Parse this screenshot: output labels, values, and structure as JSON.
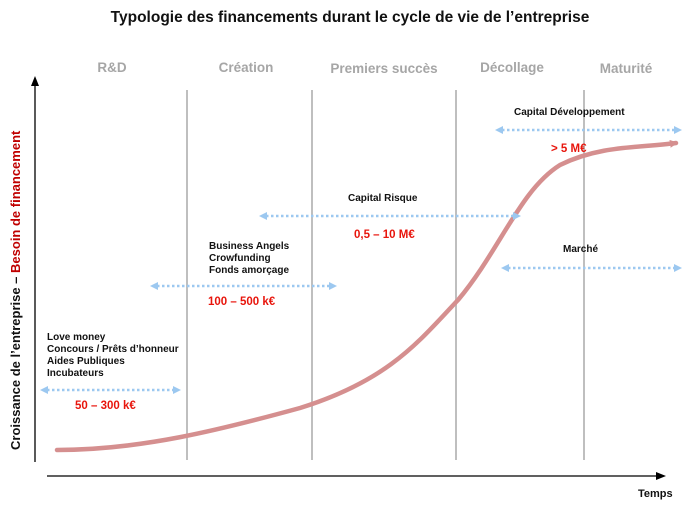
{
  "title": "Typologie des financements durant le cycle de vie de l’entreprise",
  "phases": [
    "R&D",
    "Création",
    "Premiers succès",
    "Décollage",
    "Maturité"
  ],
  "y_axis": {
    "part1": "Croissance de l’entreprise – ",
    "part2": "Besoin de financement"
  },
  "x_axis": {
    "label": "Temps"
  },
  "stages": [
    {
      "lines": [
        "Love money",
        "Concours / Prêts d’honneur",
        "Aides Publiques",
        "Incubateurs"
      ],
      "amount": "50 – 300 k€"
    },
    {
      "lines": [
        "Business Angels",
        "Crowfunding",
        "Fonds amorçage"
      ],
      "amount": "100 – 500 k€"
    },
    {
      "lines": [
        "Capital Risque"
      ],
      "amount": "0,5 – 10 M€"
    },
    {
      "lines": [
        "Marché"
      ],
      "amount": ""
    },
    {
      "lines": [
        "Capital Développement"
      ],
      "amount": "> 5 M€"
    }
  ],
  "colors": {
    "curve": "#d58f8f",
    "arrow": "#9cc8f0",
    "divider": "#bfbfbf",
    "phase_text": "#a6a6a6",
    "amount": "#e8150c",
    "accent_axis": "#c00000"
  }
}
